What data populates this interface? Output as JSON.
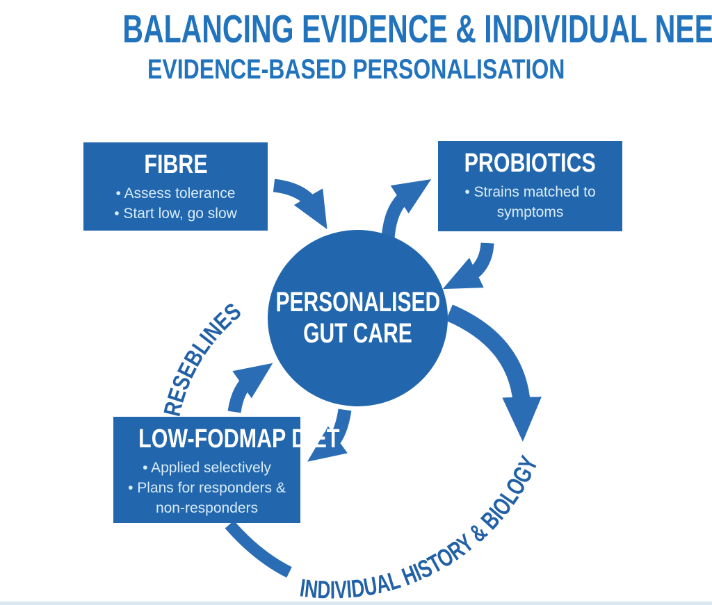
{
  "title": "BALANCING EVIDENCE & INDIVIDUAL NEEDS",
  "subtitle": "EVIDENCE-BASED PERSONALISATION",
  "center_circle": {
    "line1": "PERSONALISED",
    "line2": "GUT CARE"
  },
  "boxes": {
    "fibre": {
      "title": "FIBRE",
      "bullets": [
        "Assess tolerance",
        "Start low, go slow"
      ]
    },
    "probiotics": {
      "title": "PROBIOTICS",
      "bullets": [
        "Strains matched to symptoms"
      ]
    },
    "lowfodmap": {
      "title": "LOW-FODMAP DIET",
      "bullets": [
        "Applied selectively",
        "Plans for responders & non-responders"
      ]
    }
  },
  "curved_labels": {
    "left": "RESEBLINES",
    "bottom": "INDIVIDUAL HISTORY & BIOLOGY"
  },
  "colors": {
    "node_blue": "#2267ad",
    "arrow_blue": "#2a6db5",
    "heading_blue": "#2273bd",
    "curved_text_blue": "#2261a7",
    "bullet_text": "#d9ecfa",
    "background": "#ffffff"
  }
}
